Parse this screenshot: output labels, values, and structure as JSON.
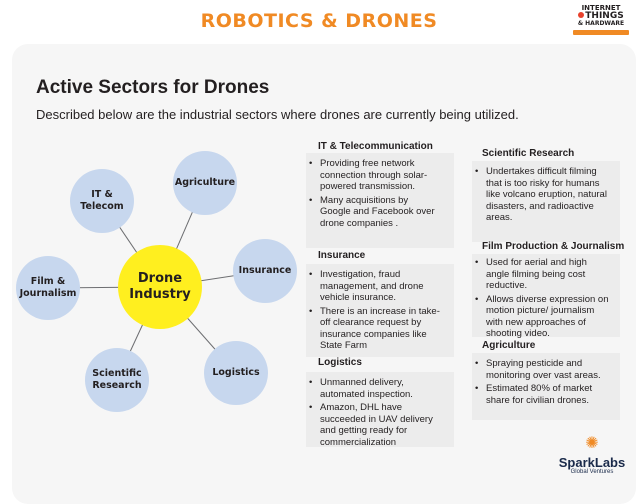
{
  "slide": {
    "title": "ROBOTICS & DRONES"
  },
  "badge": {
    "line1": "INTERNET",
    "line2": "THINGS",
    "line3": "& HARDWARE"
  },
  "heading": "Active Sectors for Drones",
  "subheading": "Described below are the industrial sectors where drones are currently being utilized.",
  "diagram": {
    "center": {
      "line1": "Drone",
      "line2": "Industry"
    },
    "nodes": [
      {
        "id": "agriculture",
        "line1": "Agriculture",
        "line2": ""
      },
      {
        "id": "insurance",
        "line1": "Insurance",
        "line2": ""
      },
      {
        "id": "logistics",
        "line1": "Logistics",
        "line2": ""
      },
      {
        "id": "scientific-research",
        "line1": "Scientific",
        "line2": "Research"
      },
      {
        "id": "film-journalism",
        "line1": "Film &",
        "line2": "Journalism"
      },
      {
        "id": "it-telecom",
        "line1": "IT &",
        "line2": "Telecom"
      }
    ]
  },
  "sectors": {
    "it": {
      "title": "IT & Telecommunication",
      "bullets": [
        "Providing free network connection through solar-powered transmission.",
        "Many acquisitions by Google and Facebook over drone companies ."
      ]
    },
    "insurance": {
      "title": "Insurance",
      "bullets": [
        "Investigation, fraud management, and drone vehicle insurance.",
        "There is an increase in take-off clearance request by insurance companies like State Farm"
      ]
    },
    "logistics": {
      "title": "Logistics",
      "bullets": [
        "Unmanned delivery, automated inspection.",
        "Amazon, DHL have succeeded in UAV delivery and getting ready for commercialization"
      ]
    },
    "scientific": {
      "title": "Scientific Research",
      "bullets": [
        "Undertakes difficult filming that is too risky for humans like volcano eruption, natural disasters, and radioactive areas."
      ]
    },
    "film": {
      "title": "Film Production & Journalism",
      "bullets": [
        "Used for aerial and high angle filming being cost reductive.",
        "Allows diverse expression on motion picture/ journalism with new approaches of shooting video."
      ]
    },
    "agriculture": {
      "title": "Agriculture",
      "bullets": [
        "Spraying  pesticide and monitoring over vast areas.",
        "Estimated 80% of market share for civilian drones."
      ]
    }
  },
  "logo": {
    "name": "SparkLabs",
    "tagline": "Global Ventures"
  },
  "colors": {
    "title_accent": "#f08a24",
    "node_fill": "#c7d7ee",
    "center_fill": "#ffef1f",
    "box_fill": "#ececec"
  }
}
